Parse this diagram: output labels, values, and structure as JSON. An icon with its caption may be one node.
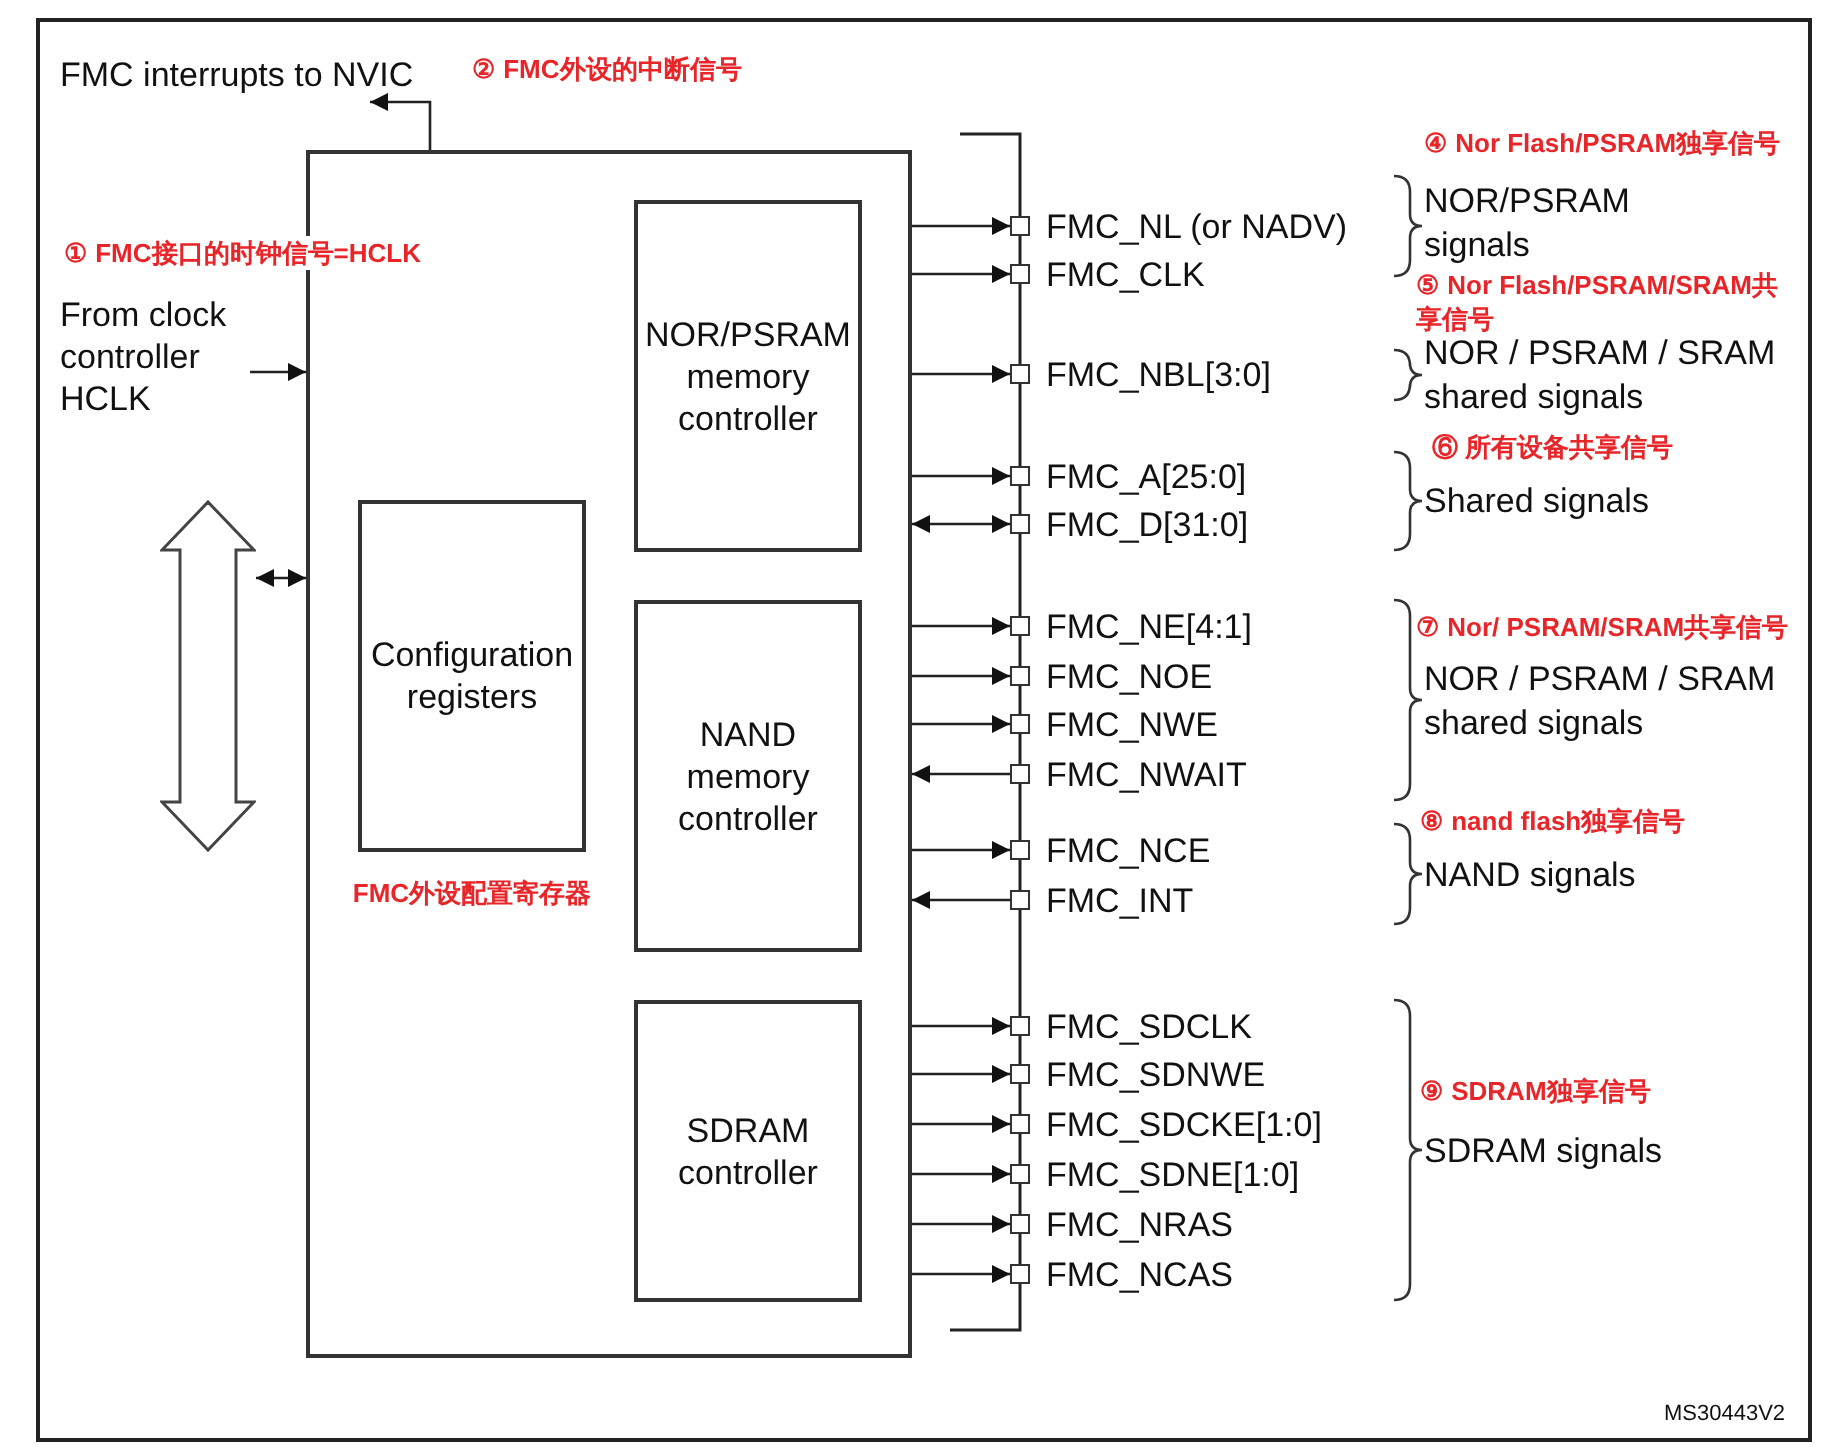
{
  "diagram": {
    "nodes": [
      {
        "text": [
          "FMC interrupts to NVIC"
        ]
      },
      {
        "text": [
          "From clock controller HCLK"
        ]
      },
      {
        "text": [],
        "shape": "box"
      },
      {
        "text": [
          "NOR/PSRAM memory controller"
        ],
        "in": 2
      },
      {
        "text": [
          "Configuration registers"
        ],
        "in": 2,
        "beside": [
          "FMC外设配置寄存器"
        ]
      },
      {
        "text": [
          "NAND memory controller"
        ],
        "in": 2
      },
      {
        "text": [
          "SDRAM controller"
        ],
        "in": 2
      },
      {
        "text": [],
        "shape": "arrow"
      },
      {
        "text": [
          "FMC_NL (or NADV)"
        ]
      },
      {
        "text": [
          "FMC_CLK"
        ]
      },
      {
        "text": [
          "FMC_NBL[3:0]"
        ]
      },
      {
        "text": [
          "FMC_A[25:0]"
        ]
      },
      {
        "text": [
          "FMC_D[31:0]"
        ]
      },
      {
        "text": [
          "FMC_NE[4:1]"
        ]
      },
      {
        "text": [
          "FMC_NOE"
        ]
      },
      {
        "text": [
          "FMC_NWE"
        ]
      },
      {
        "text": [
          "FMC_NWAIT"
        ]
      },
      {
        "text": [
          "FMC_NCE"
        ]
      },
      {
        "text": [
          "FMC_INT"
        ]
      },
      {
        "text": [
          "FMC_SDCLK"
        ]
      },
      {
        "text": [
          "FMC_SDNWE"
        ]
      },
      {
        "text": [
          "FMC_SDCKE[1:0]"
        ]
      },
      {
        "text": [
          "FMC_SDNE[1:0]"
        ]
      },
      {
        "text": [
          "FMC_NRAS"
        ]
      },
      {
        "text": [
          "FMC_NCAS"
        ]
      }
    ],
    "edges": [
      {
        "from": 2,
        "to": 0,
        "arrow": "to"
      },
      {
        "from": 1,
        "to": 2,
        "arrow": "to"
      },
      {
        "from": 7,
        "to": 2,
        "arrow": "both"
      },
      {
        "from": 2,
        "to": 8,
        "arrow": "to"
      },
      {
        "from": 2,
        "to": 9,
        "arrow": "to"
      },
      {
        "from": 2,
        "to": 10,
        "arrow": "to"
      },
      {
        "from": 2,
        "to": 11,
        "arrow": "to"
      },
      {
        "from": 2,
        "to": 12,
        "arrow": "both"
      },
      {
        "from": 2,
        "to": 13,
        "arrow": "to"
      },
      {
        "from": 2,
        "to": 14,
        "arrow": "to"
      },
      {
        "from": 2,
        "to": 15,
        "arrow": "to"
      },
      {
        "from": 16,
        "to": 2,
        "arrow": "to"
      },
      {
        "from": 2,
        "to": 17,
        "arrow": "to"
      },
      {
        "from": 18,
        "to": 2,
        "arrow": "to"
      },
      {
        "from": 2,
        "to": 19,
        "arrow": "to"
      },
      {
        "from": 2,
        "to": 20,
        "arrow": "to"
      },
      {
        "from": 2,
        "to": 21,
        "arrow": "to"
      },
      {
        "from": 2,
        "to": 22,
        "arrow": "to"
      },
      {
        "from": 2,
        "to": 23,
        "arrow": "to"
      },
      {
        "from": 2,
        "to": 24,
        "arrow": "to"
      }
    ],
    "labels": [
      "② FMC外设的中断信号",
      "④ Nor Flash/PSRAM独享信号",
      "① FMC接口的时钟信号=HCLK",
      "NOR/PSRAM signals",
      "⑤ Nor Flash/PSRAM/SRAM共享信号",
      "NOR / PSRAM / SRAM shared signals",
      "⑥ 所有设备共享信号",
      "Shared signals",
      "⑦ Nor/ PSRAM/SRAM共享信号",
      "NOR / PSRAM / SRAM shared signals",
      "⑧ nand flash独享信号",
      "NAND signals",
      "⑨ SDRAM独享信号",
      "SDRAM signals",
      "MS30443V2"
    ]
  }
}
